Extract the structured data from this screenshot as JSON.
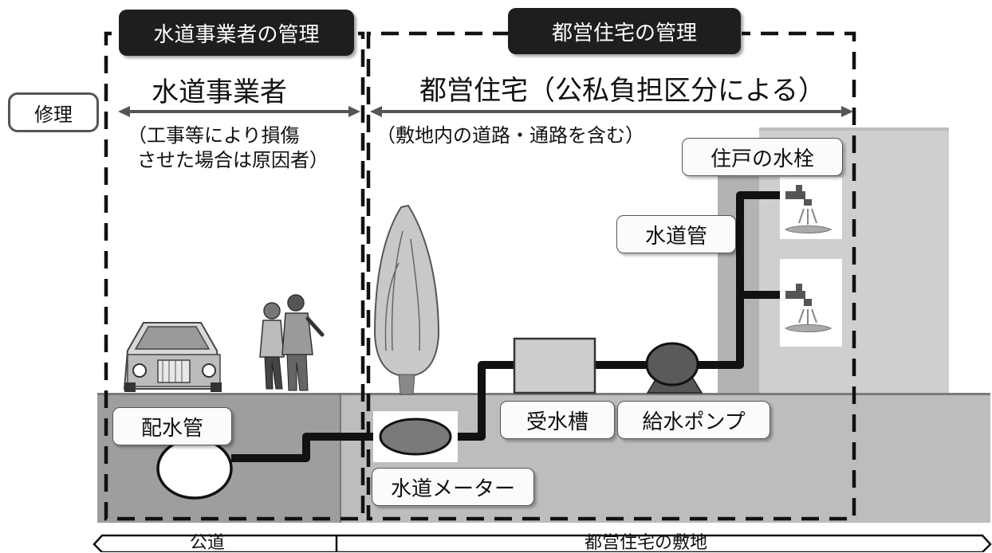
{
  "headers": {
    "utility_mgmt": "水道事業者の管理",
    "housing_mgmt": "都営住宅の管理"
  },
  "repair_label": "修理",
  "responsibility": {
    "utility": "水道事業者",
    "utility_note_line1": "（工事等により損傷",
    "utility_note_line2": "させた場合は原因者）",
    "housing": "都営住宅（公私負担区分による）",
    "housing_note": "（敷地内の道路・通路を含む）"
  },
  "components": {
    "distribution_pipe": "配水管",
    "water_meter": "水道メーター",
    "receiving_tank": "受水槽",
    "supply_pump": "給水ポンプ",
    "water_pipe": "水道管",
    "unit_faucet": "住戸の水栓"
  },
  "ground": {
    "public_road": "公道",
    "housing_site": "都営住宅の敷地"
  },
  "icons": [
    "car-icon",
    "pedestrians-icon",
    "tree-icon",
    "faucet-icon"
  ]
}
